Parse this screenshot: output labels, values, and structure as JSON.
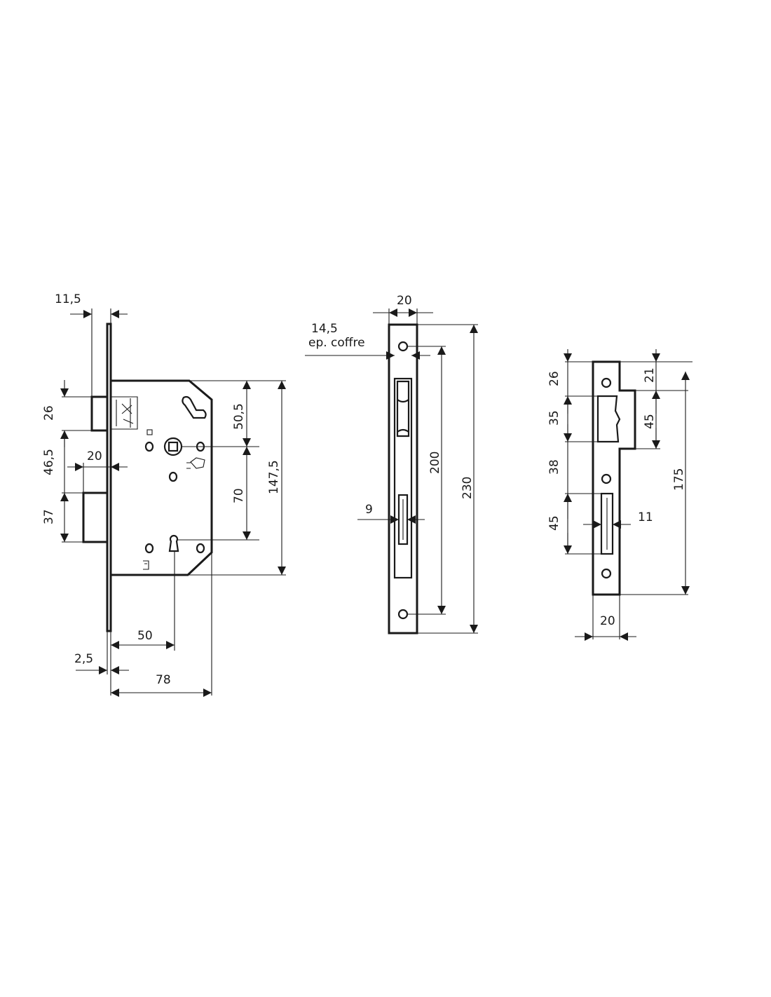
{
  "lock_body": {
    "dimensions": {
      "forend_offset": "11,5",
      "latch_height": "26",
      "latch_to_bolt": "46,5",
      "bolt_projection": "20",
      "bolt_height": "37",
      "handle_offset": "50,5",
      "handle_to_key": "70",
      "case_height": "147,5",
      "backset": "50",
      "forend_thickness": "2,5",
      "case_depth": "78"
    }
  },
  "forend_view": {
    "dimensions": {
      "forend_width": "20",
      "case_thickness": "14,5",
      "case_thickness_label": "ep. coffre",
      "screw_distance": "200",
      "forend_height": "230",
      "bolt_width": "9"
    }
  },
  "strike_plate": {
    "dimensions": {
      "top_to_latch": "26",
      "latch_opening": "35",
      "opening_gap": "38",
      "bolt_opening": "45",
      "top_offset": "21",
      "lip_height": "45",
      "bolt_opening_width": "11",
      "plate_height": "175",
      "plate_width": "20"
    }
  }
}
